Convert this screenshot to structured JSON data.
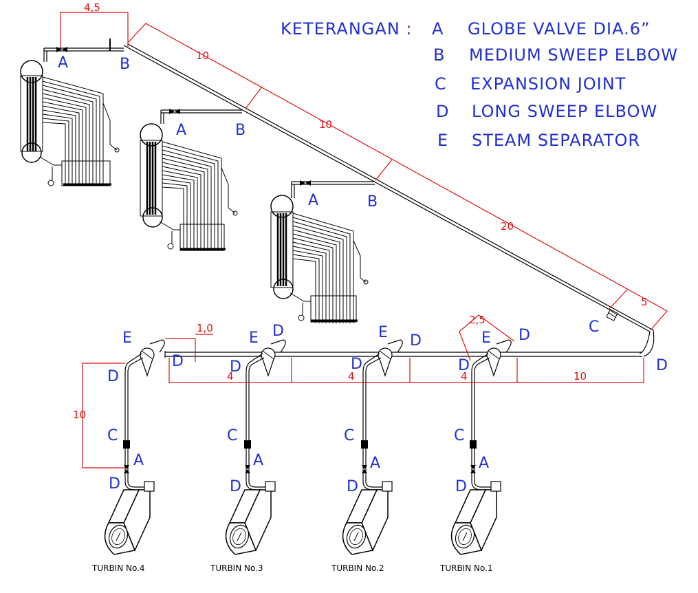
{
  "legend": {
    "heading": "KETERANGAN :",
    "items": [
      {
        "code": "A",
        "text": "GLOBE VALVE DIA.6”"
      },
      {
        "code": "B",
        "text": "MEDIUM SWEEP ELBOW"
      },
      {
        "code": "C",
        "text": "EXPANSION JOINT"
      },
      {
        "code": "D",
        "text": "LONG SWEEP ELBOW"
      },
      {
        "code": "E",
        "text": "STEAM SEPARATOR"
      }
    ]
  },
  "labels": {
    "A": "A",
    "B": "B",
    "C": "C",
    "D": "D",
    "E": "E"
  },
  "dimensions": {
    "top_width": "4,5",
    "main_seg_1": "10",
    "main_seg_2": "10",
    "main_seg_3": "20",
    "main_seg_4": "5",
    "separator_offset": "1,0",
    "separator_offset_2": "2,5",
    "header_gap_1": "4",
    "header_gap_2": "4",
    "header_gap_3": "4",
    "header_end": "10",
    "vertical_drop": "10"
  },
  "turbines": [
    "TURBIN No.4",
    "TURBIN No.3",
    "TURBIN No.2",
    "TURBIN No.1"
  ],
  "colors": {
    "label_blue": "#1f2fd6",
    "dimension_red": "#e01010",
    "line": "#000000"
  }
}
